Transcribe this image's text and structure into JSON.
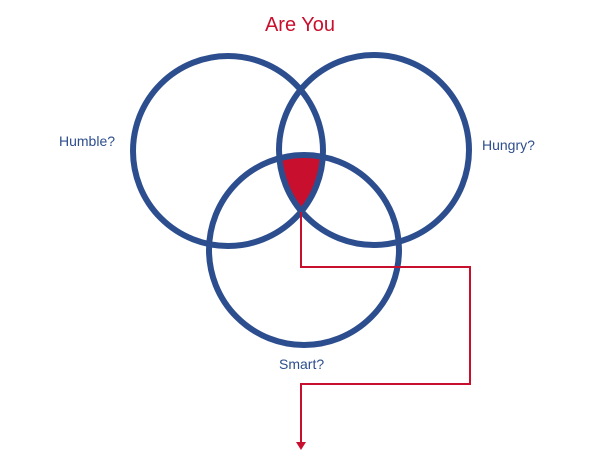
{
  "title": "Are You",
  "circles": [
    {
      "label": "Humble?"
    },
    {
      "label": "Hungry?"
    },
    {
      "label": "Smart?"
    }
  ],
  "colors": {
    "circle": "#2d4e8e",
    "accent": "#c8102e"
  }
}
